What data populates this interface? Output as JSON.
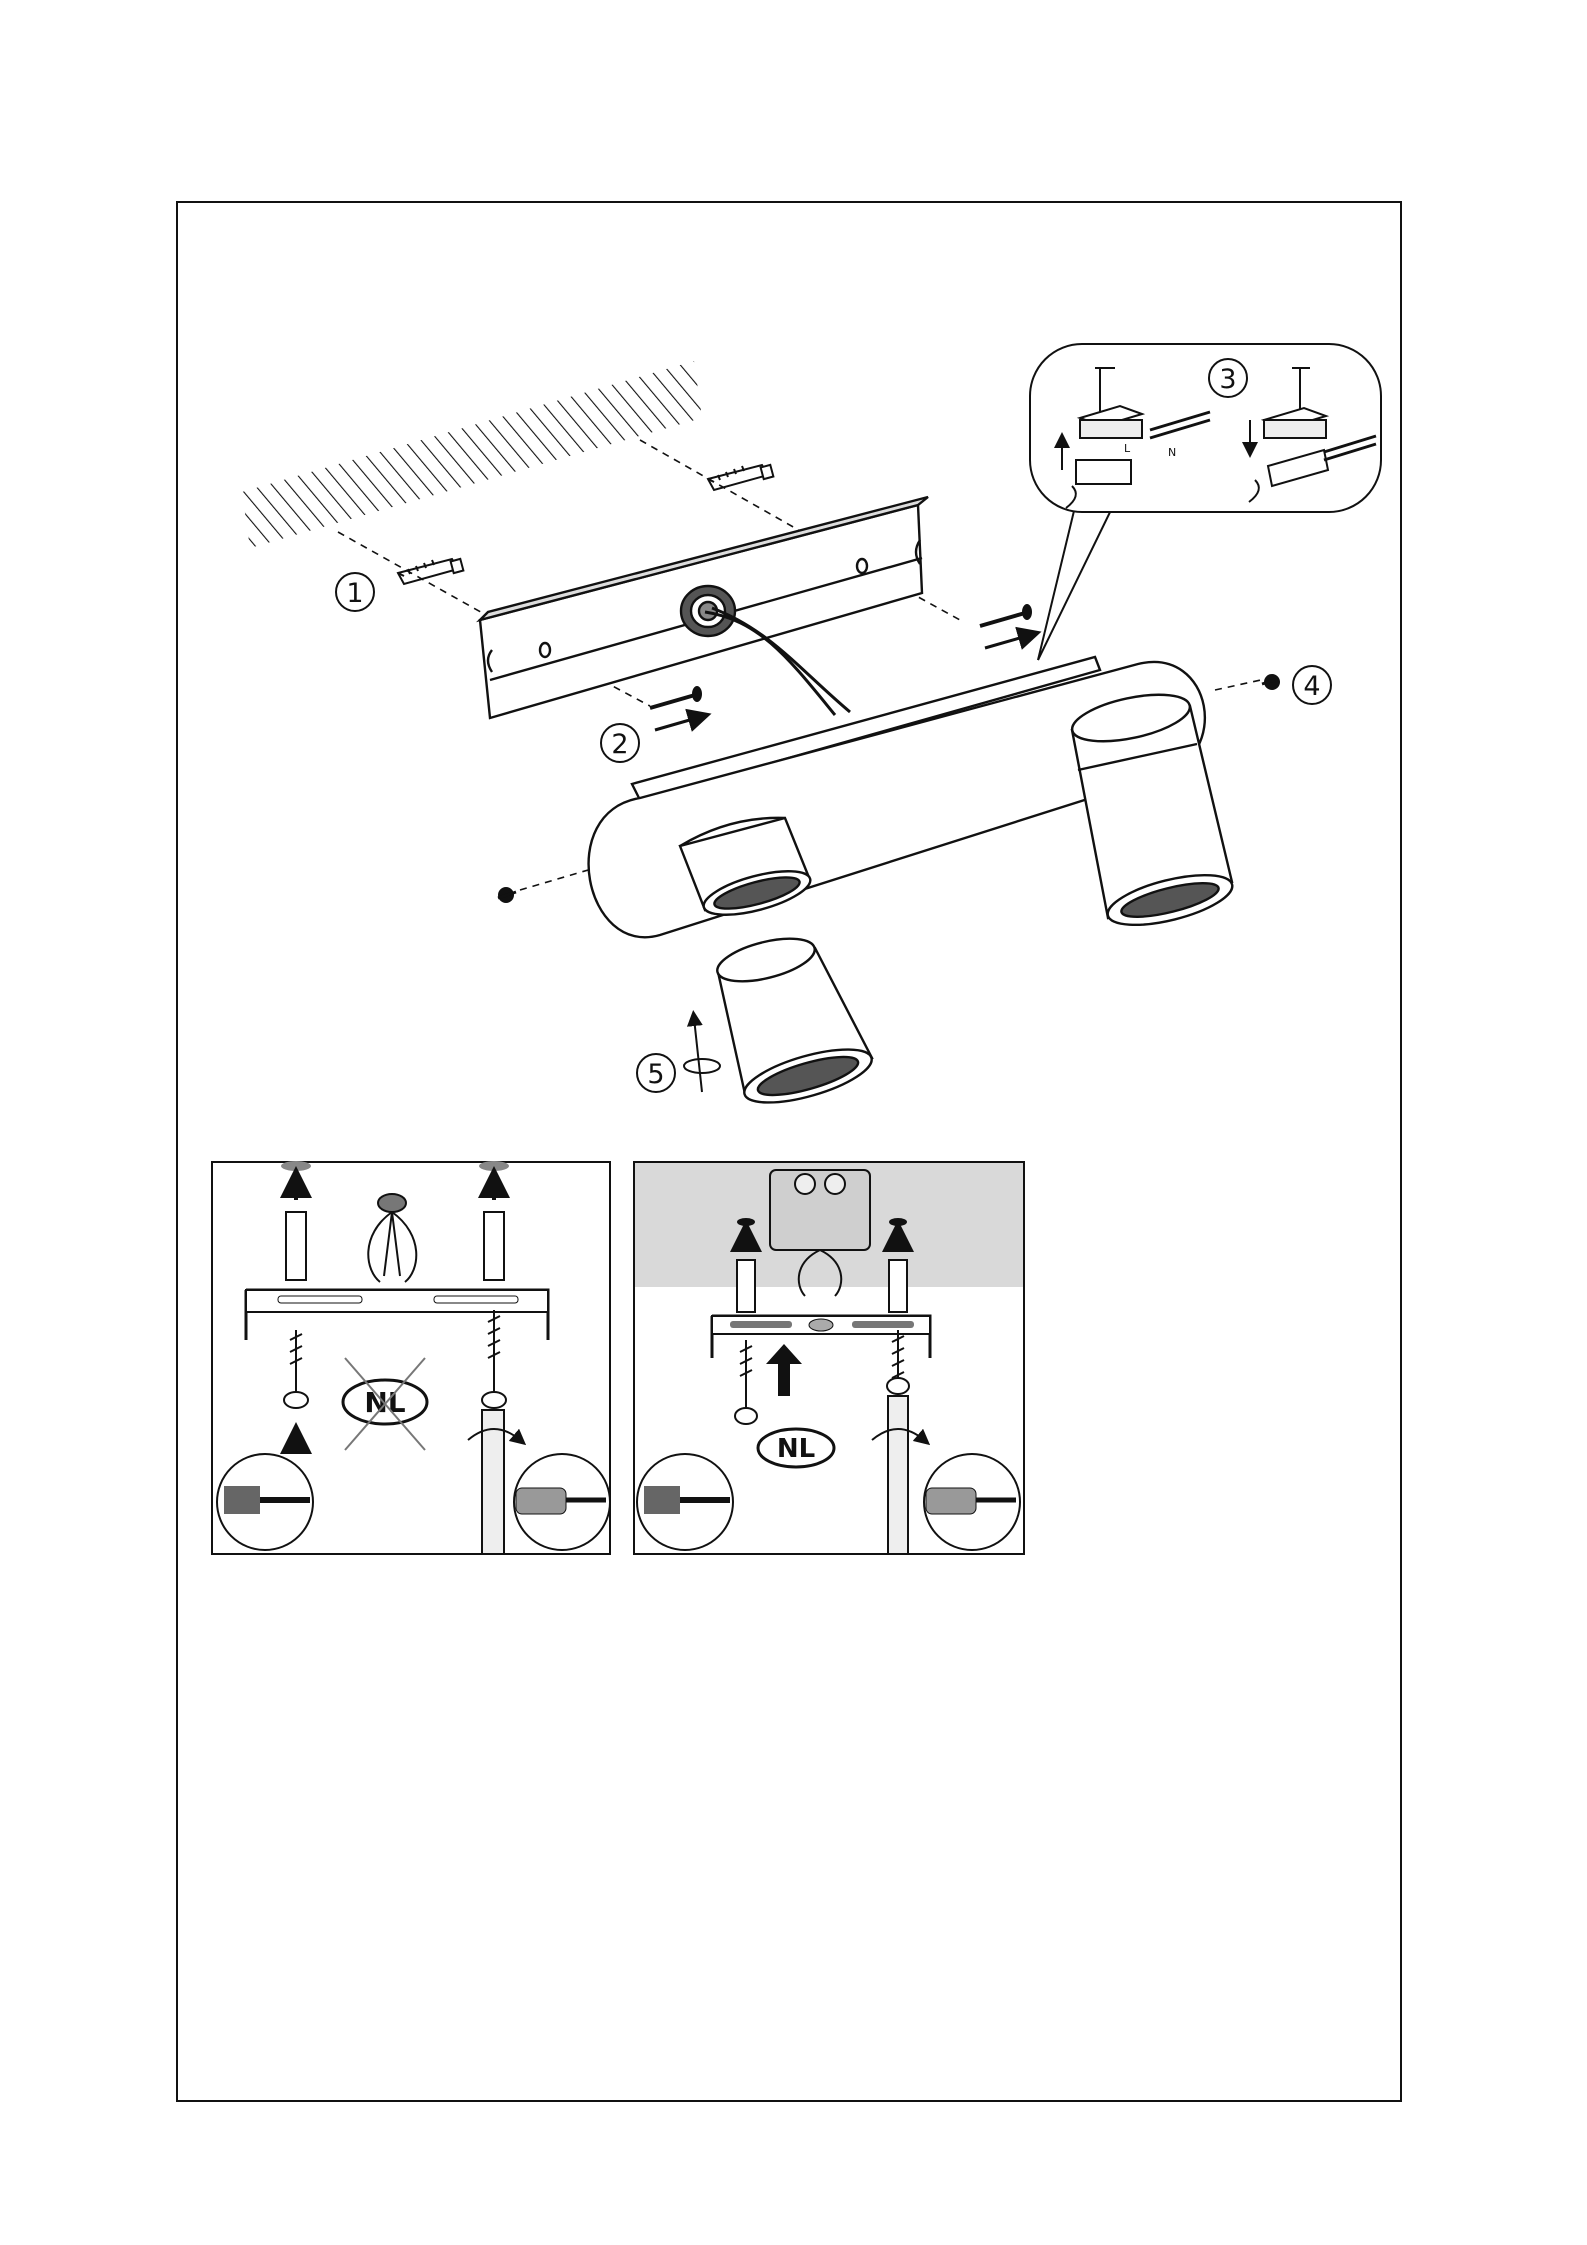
{
  "steps": [
    "1",
    "2",
    "3",
    "4",
    "5"
  ],
  "wiring": {
    "live": "L",
    "neutral": "N"
  },
  "panels": [
    {
      "badge": "NL",
      "crossed": true
    },
    {
      "badge": "NL",
      "crossed": false
    }
  ],
  "colors": {
    "line": "#111111",
    "panel_shade": "#d9d9d9",
    "paper": "#ffffff"
  }
}
